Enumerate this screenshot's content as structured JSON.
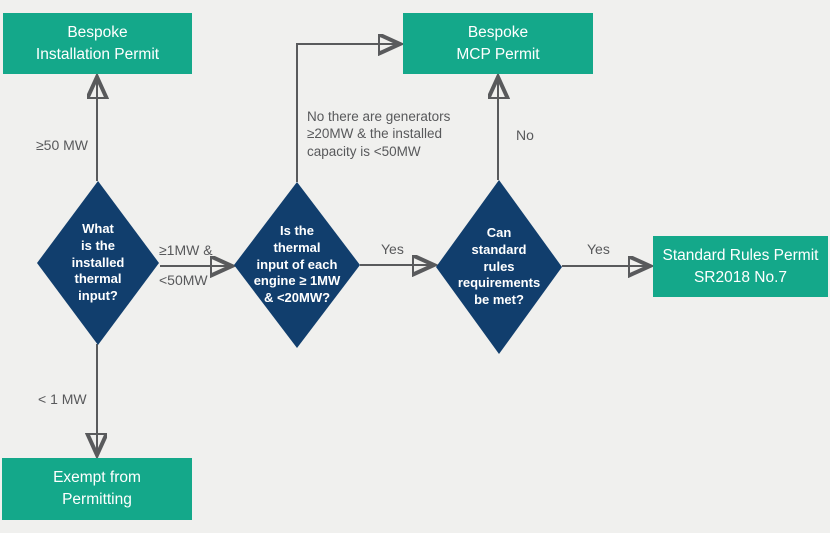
{
  "colors": {
    "background": "#f0f0ee",
    "box": "#14a88a",
    "diamond": "#113e6d",
    "arrow": "#595a5c",
    "label": "#58595b",
    "box_text": "#ffffff"
  },
  "boxes": {
    "bespoke_installation": {
      "label": "Bespoke\nInstallation Permit"
    },
    "bespoke_mcp": {
      "label": "Bespoke\nMCP Permit"
    },
    "standard_rules": {
      "label": "Standard Rules Permit\nSR2018 No.7"
    },
    "exempt": {
      "label": "Exempt from\nPermitting"
    }
  },
  "diamonds": {
    "installed_thermal_input": {
      "label": "What\nis the\ninstalled\nthermal\ninput?"
    },
    "engine_thermal_input": {
      "label": "Is the\nthermal\ninput of each\nengine ≥ 1MW\n& <20MW?"
    },
    "standard_rules_met": {
      "label": "Can\nstandard\nrules\nrequirements\nbe met?"
    }
  },
  "edge_labels": {
    "ge50mw": "≥50 MW",
    "lt1mw": "< 1 MW",
    "mw_range_line1": "≥1MW &",
    "mw_range_line2": "<50MW",
    "mcp_note": "No there are generators\n≥20MW & the installed\ncapacity is <50MW",
    "no": "No",
    "yes_to_standard_rules": "Yes",
    "yes_to_permit": "Yes"
  }
}
